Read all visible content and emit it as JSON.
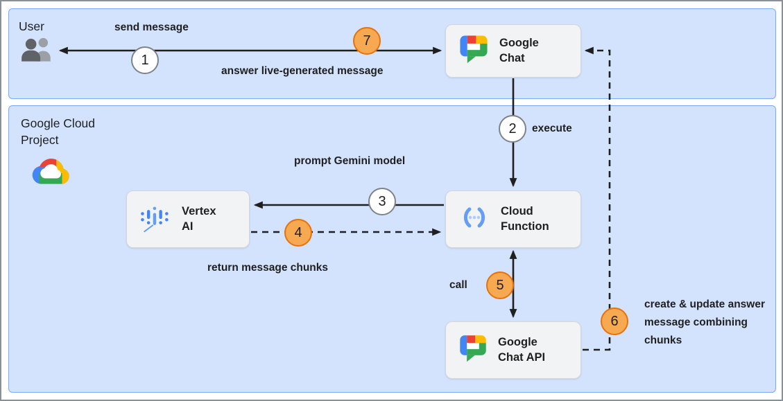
{
  "sections": {
    "user": {
      "label": "User"
    },
    "gcp": {
      "label": "Google Cloud Project"
    }
  },
  "nodes": {
    "google_chat": {
      "label": "Google Chat",
      "icon": "google-chat-icon"
    },
    "vertex_ai": {
      "label": "Vertex AI",
      "icon": "vertex-ai-icon"
    },
    "cloud_function": {
      "label": "Cloud Function",
      "icon": "cloud-functions-icon"
    },
    "google_chat_api": {
      "label": "Google Chat API",
      "icon": "google-chat-api-icon"
    }
  },
  "labels": {
    "send_message": "send message",
    "answer": "answer live-generated message",
    "execute": "execute",
    "prompt": "prompt Gemini model",
    "return_chunks": "return message chunks",
    "call": "call",
    "create_update": "create & update answer message combining chunks"
  },
  "steps": {
    "s1": {
      "num": "1",
      "style": "white"
    },
    "s2": {
      "num": "2",
      "style": "white"
    },
    "s3": {
      "num": "3",
      "style": "white"
    },
    "s4": {
      "num": "4",
      "style": "orange"
    },
    "s5": {
      "num": "5",
      "style": "orange"
    },
    "s6": {
      "num": "6",
      "style": "orange"
    },
    "s7": {
      "num": "7",
      "style": "orange"
    }
  },
  "colors": {
    "section_bg": "#d3e3fd",
    "section_border": "#7baaf7",
    "node_bg": "#f2f3f4",
    "node_border": "#d3d7db",
    "step_white_bg": "#ffffff",
    "step_white_border": "#7d838a",
    "step_orange_bg": "#f6a950",
    "step_orange_border": "#e8710a",
    "arrow": "#1f1f1f",
    "google_blue": "#4285f4",
    "google_red": "#ea4335",
    "google_yellow": "#fbbc04",
    "google_green": "#34a853"
  }
}
